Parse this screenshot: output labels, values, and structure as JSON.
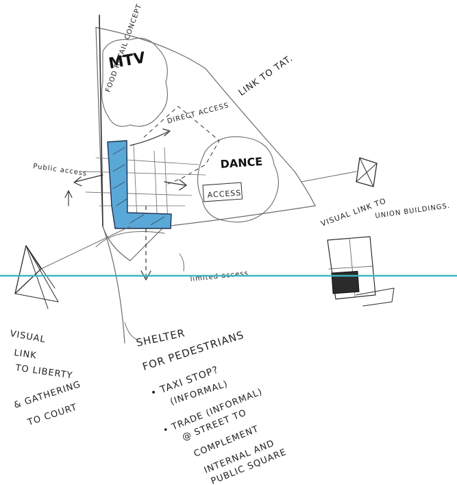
{
  "labels": {
    "mtv": "MTV",
    "food_retail": "FOOD RETAIL CONCEPT",
    "link_tat": "LINK TO TAT.",
    "direct_access": "DIRECT ACCESS",
    "public_access": "Public access",
    "dance": "DANCE",
    "access": "ACCESS",
    "visual_link_right": "VISUAL LINK TO",
    "union_buildings": "UNION BUILDINGS.",
    "limited_access": "limited access",
    "visual_link_left_1": "VISUAL",
    "visual_link_left_2": "LINK",
    "visual_link_left_3": "TO LIBERTY",
    "visual_link_left_4": "& GATHERING",
    "visual_link_left_5": "TO COURT",
    "shelter_1": "SHELTER",
    "shelter_2": "FOR PEDESTRIANS",
    "taxi_stop": "• TAXI STOP?",
    "informal_1": "(INFORMAL)",
    "trade_1": "• TRADE (INFORMAL)",
    "trade_2": "@ STREET TO",
    "trade_3": "COMPLEMENT",
    "trade_4": "INTERNAL AND",
    "trade_5": "PUBLIC SQUARE"
  },
  "colors": {
    "building_fill": "#5aa8d8",
    "horizon_line": "#3fb3c0",
    "ink": "#222222"
  },
  "icons": [
    "eye-perspective-icon",
    "viewing-frame-icon"
  ]
}
